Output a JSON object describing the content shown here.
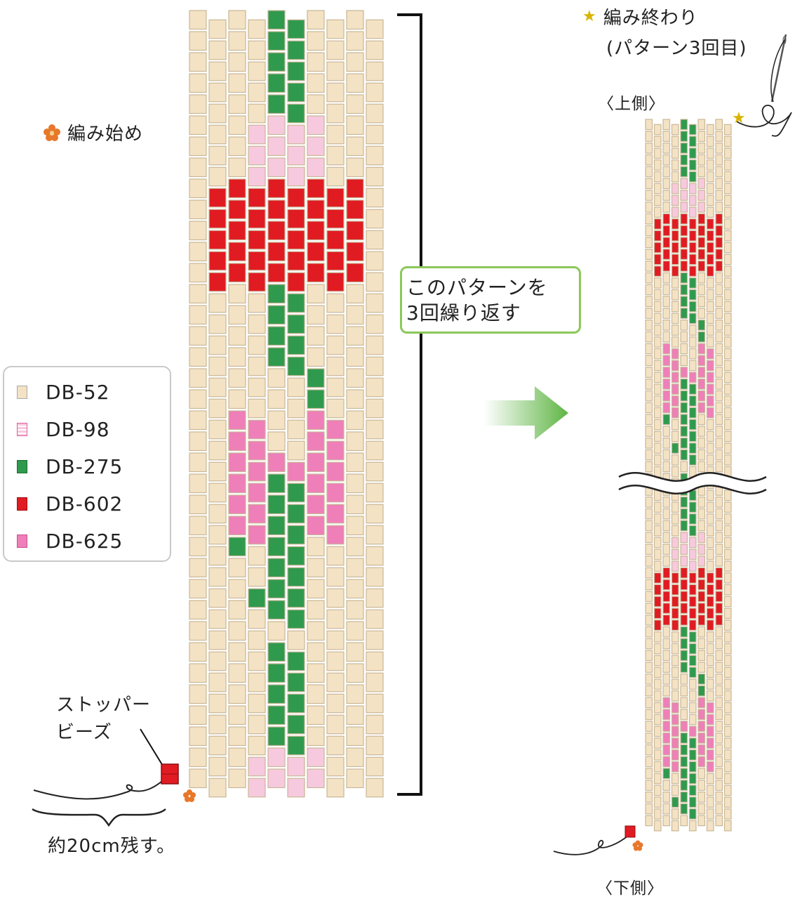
{
  "legend": [
    {
      "code": "DB-52",
      "color": "#f4e2c4"
    },
    {
      "code": "DB-98",
      "color": "#f7c9de"
    },
    {
      "code": "DB-275",
      "color": "#2f9a4e"
    },
    {
      "code": "DB-602",
      "color": "#e11b22"
    },
    {
      "code": "DB-625",
      "color": "#ef7fb8"
    }
  ],
  "labels": {
    "start": "編み始め",
    "end_line1": "編み終わり",
    "end_line2": "(パターン3回目)",
    "top_side": "〈上側〉",
    "bottom_side": "〈下側〉",
    "repeat_line1": "このパターンを",
    "repeat_line2": "3回繰り返す",
    "stopper_line1": "ストッパー",
    "stopper_line2": "ビーズ",
    "leave_thread": "約20cm残す。"
  },
  "icons": {
    "start_marker": "flower-icon",
    "end_marker": "star-icon",
    "arrow": "right-arrow-icon"
  },
  "pattern": {
    "columns": 10,
    "rows": 60,
    "stem_column": 5
  }
}
